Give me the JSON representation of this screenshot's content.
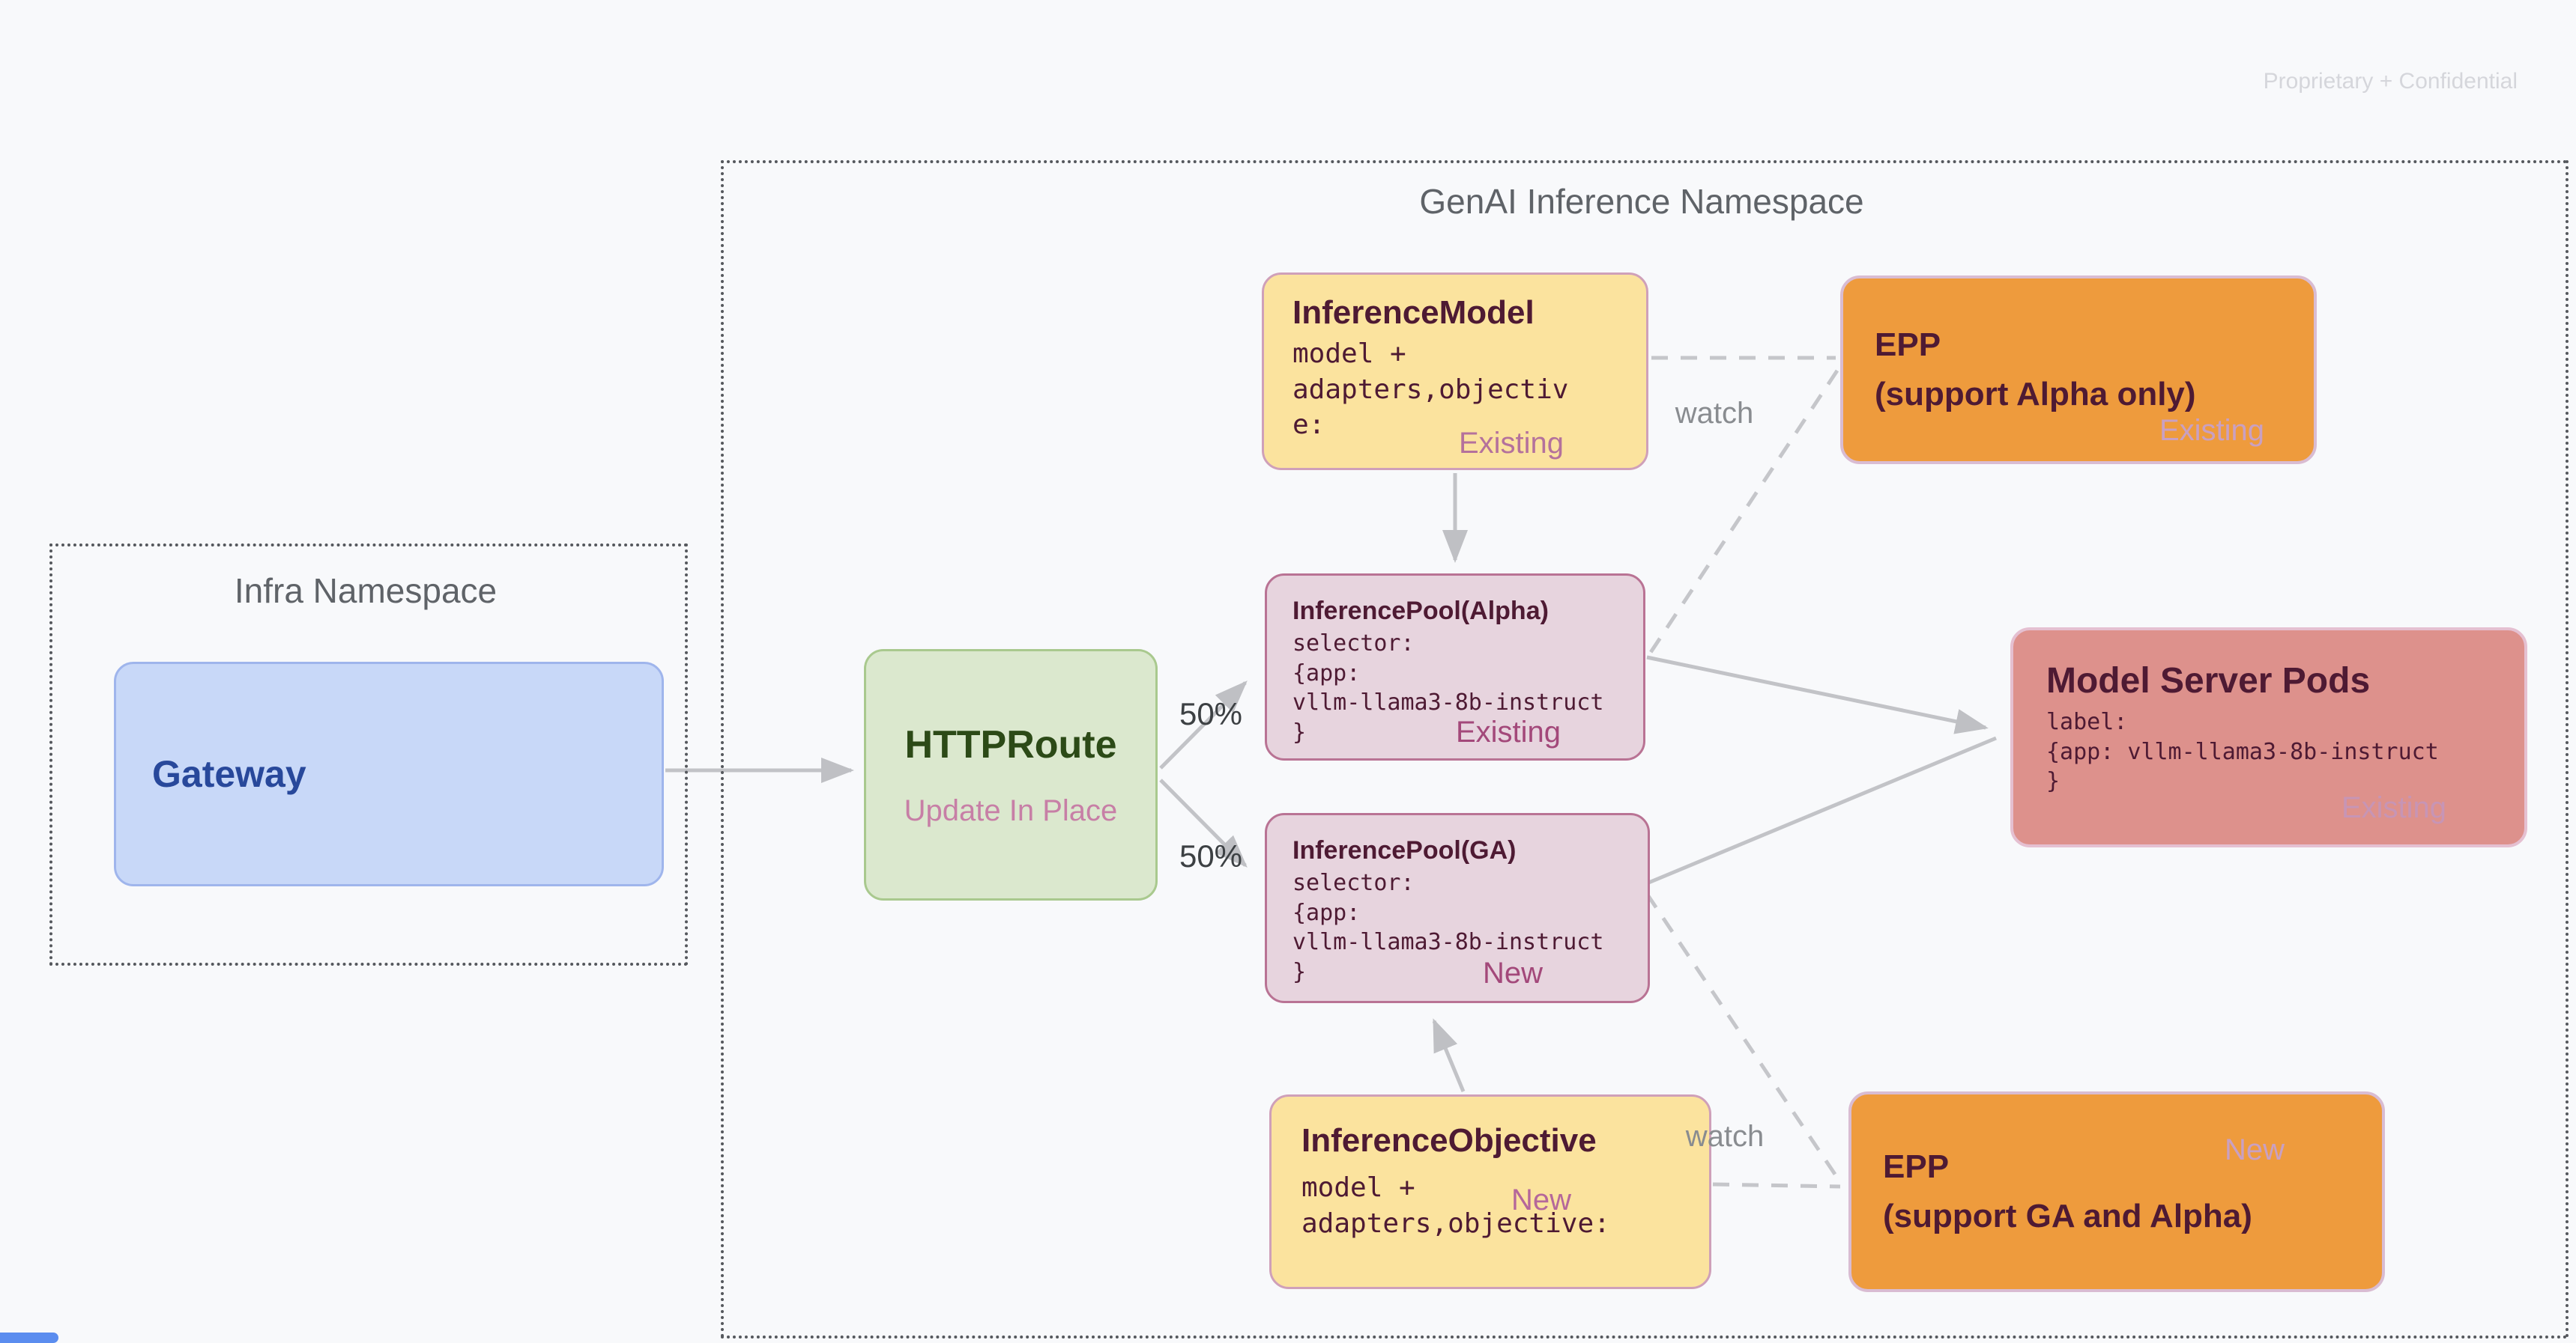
{
  "watermark": "Proprietary + Confidential",
  "genai": {
    "title": "GenAI Inference Namespace"
  },
  "infra": {
    "title": "Infra Namespace"
  },
  "gateway": {
    "title": "Gateway"
  },
  "httproute": {
    "title": "HTTPRoute",
    "subtitle": "Update In Place"
  },
  "inference_model": {
    "title": "InferenceModel",
    "code": "model +\nadapters,objectiv\ne:",
    "badge": "Existing"
  },
  "epp_alpha": {
    "line1": "EPP",
    "line2": "(support Alpha only)",
    "badge": "Existing"
  },
  "pool_alpha": {
    "title": "InferencePool(Alpha)",
    "code": "selector:\n{app:\nvllm-llama3-8b-instruct\n}",
    "badge": "Existing"
  },
  "pool_ga": {
    "title": "InferencePool(GA)",
    "code": "selector:\n{app:\nvllm-llama3-8b-instruct\n}",
    "badge": "New"
  },
  "pods": {
    "title": "Model Server Pods",
    "code": "label:\n{app: vllm-llama3-8b-instruct\n}",
    "badge": "Existing"
  },
  "objective": {
    "title": "InferenceObjective",
    "code": "model +\nadapters,objective:",
    "badge": "New"
  },
  "epp_ga": {
    "line1": "EPP",
    "line2": "(support GA and Alpha)",
    "badge": "New"
  },
  "edges": {
    "watch_top": "watch",
    "watch_bottom": "watch",
    "split_top": "50%",
    "split_bottom": "50%"
  },
  "colors": {
    "background": "#F8F9FB",
    "yellow_fill": "#FBE39E",
    "orange_fill": "#EE9B3D",
    "mauve_fill": "#E7D4DE",
    "salmon_fill": "#DD918C",
    "green_fill": "#DBE8CE",
    "blue_fill": "#C8D8F8",
    "dark_text": "#4E1A33",
    "line_gray": "#C2C3C7"
  }
}
